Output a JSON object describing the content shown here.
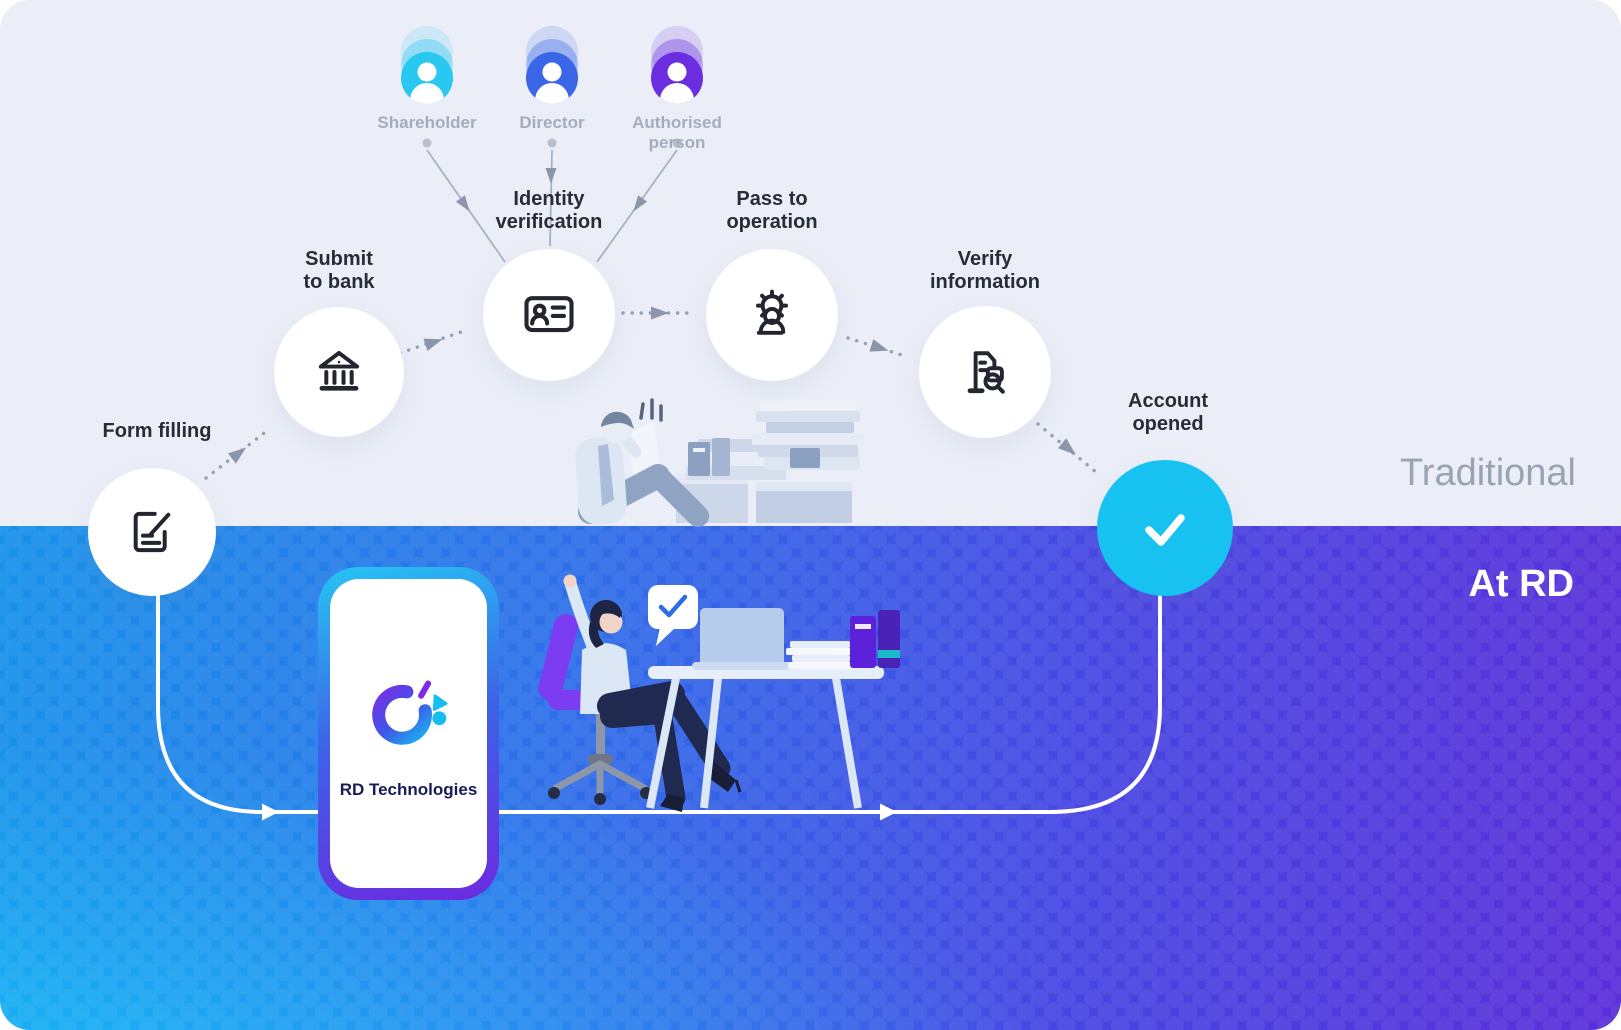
{
  "canvas": {
    "traditional_label": "Traditional",
    "at_rd_label": "At RD"
  },
  "personas": [
    {
      "label": "Shareholder",
      "icon": "shareholder-person-icon",
      "color": "#29c8f0"
    },
    {
      "label": "Director",
      "icon": "director-person-icon",
      "color": "#3a67e8"
    },
    {
      "label": "Authorised person",
      "icon": "authorised-person-icon",
      "color": "#6a2ee0"
    }
  ],
  "steps": [
    {
      "label": "Form filling",
      "icon": "form-edit-icon"
    },
    {
      "label": "Submit\nto bank",
      "icon": "bank-icon"
    },
    {
      "label": "Identity\nverification",
      "icon": "id-card-icon"
    },
    {
      "label": "Pass to\noperation",
      "icon": "gear-person-icon"
    },
    {
      "label": "Verify\ninformation",
      "icon": "building-search-icon"
    },
    {
      "label": "Account\nopened",
      "icon": "check-icon"
    }
  ],
  "phone": {
    "brand": "RD Technologies"
  },
  "colors": {
    "top_background": "#ebeef7",
    "gradient_left_cyan": "#16bbf2",
    "gradient_mid_blue": "#2e6fe9",
    "gradient_right_purple": "#5a2ed9",
    "accent_circle_cyan": "#17c2f0",
    "connector_gray": "#95a0b4",
    "label_dark": "#272c39",
    "label_muted": "#a4adbf"
  }
}
